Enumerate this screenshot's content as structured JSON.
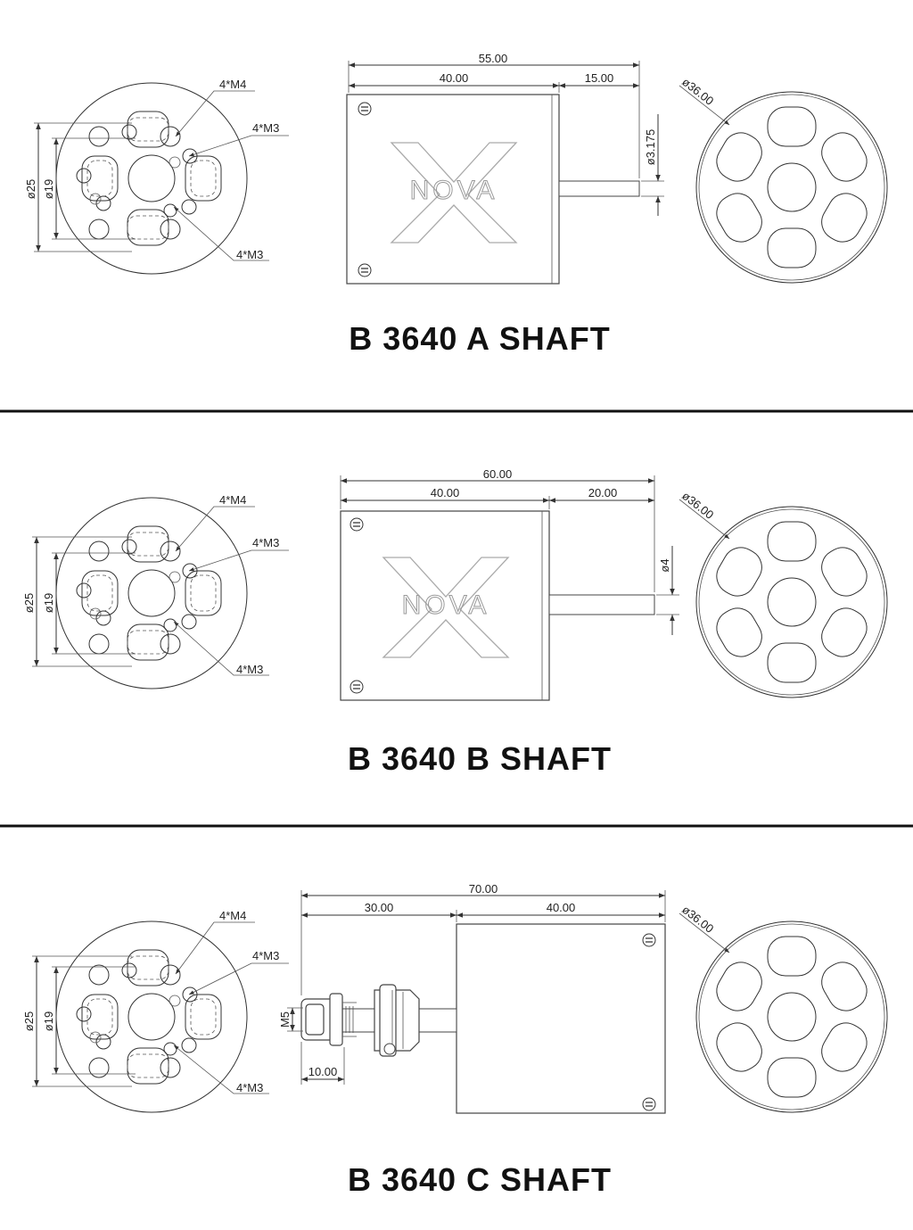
{
  "panels": [
    {
      "title": "B 3640 A SHAFT",
      "dims": {
        "total": "55.00",
        "body": "40.00",
        "shaft": "15.00",
        "shaft_dia": "ø3.175",
        "rotor_dia": "ø36.00"
      },
      "mount": {
        "outer": "ø25",
        "inner": "ø19",
        "m4": "4*M4",
        "m3a": "4*M3",
        "m3b": "4*M3"
      }
    },
    {
      "title": "B 3640 B SHAFT",
      "dims": {
        "total": "60.00",
        "body": "40.00",
        "shaft": "20.00",
        "shaft_dia": "ø4",
        "rotor_dia": "ø36.00"
      },
      "mount": {
        "outer": "ø25",
        "inner": "ø19",
        "m4": "4*M4",
        "m3a": "4*M3",
        "m3b": "4*M3"
      }
    },
    {
      "title": "B 3640 C SHAFT",
      "dims": {
        "total": "70.00",
        "shaft": "30.00",
        "body": "40.00",
        "thread": "M5",
        "nut": "10.00",
        "rotor_dia": "ø36.00"
      },
      "mount": {
        "outer": "ø25",
        "inner": "ø19",
        "m4": "4*M4",
        "m3a": "4*M3",
        "m3b": "4*M3"
      }
    }
  ],
  "logo_text": "NOVA"
}
